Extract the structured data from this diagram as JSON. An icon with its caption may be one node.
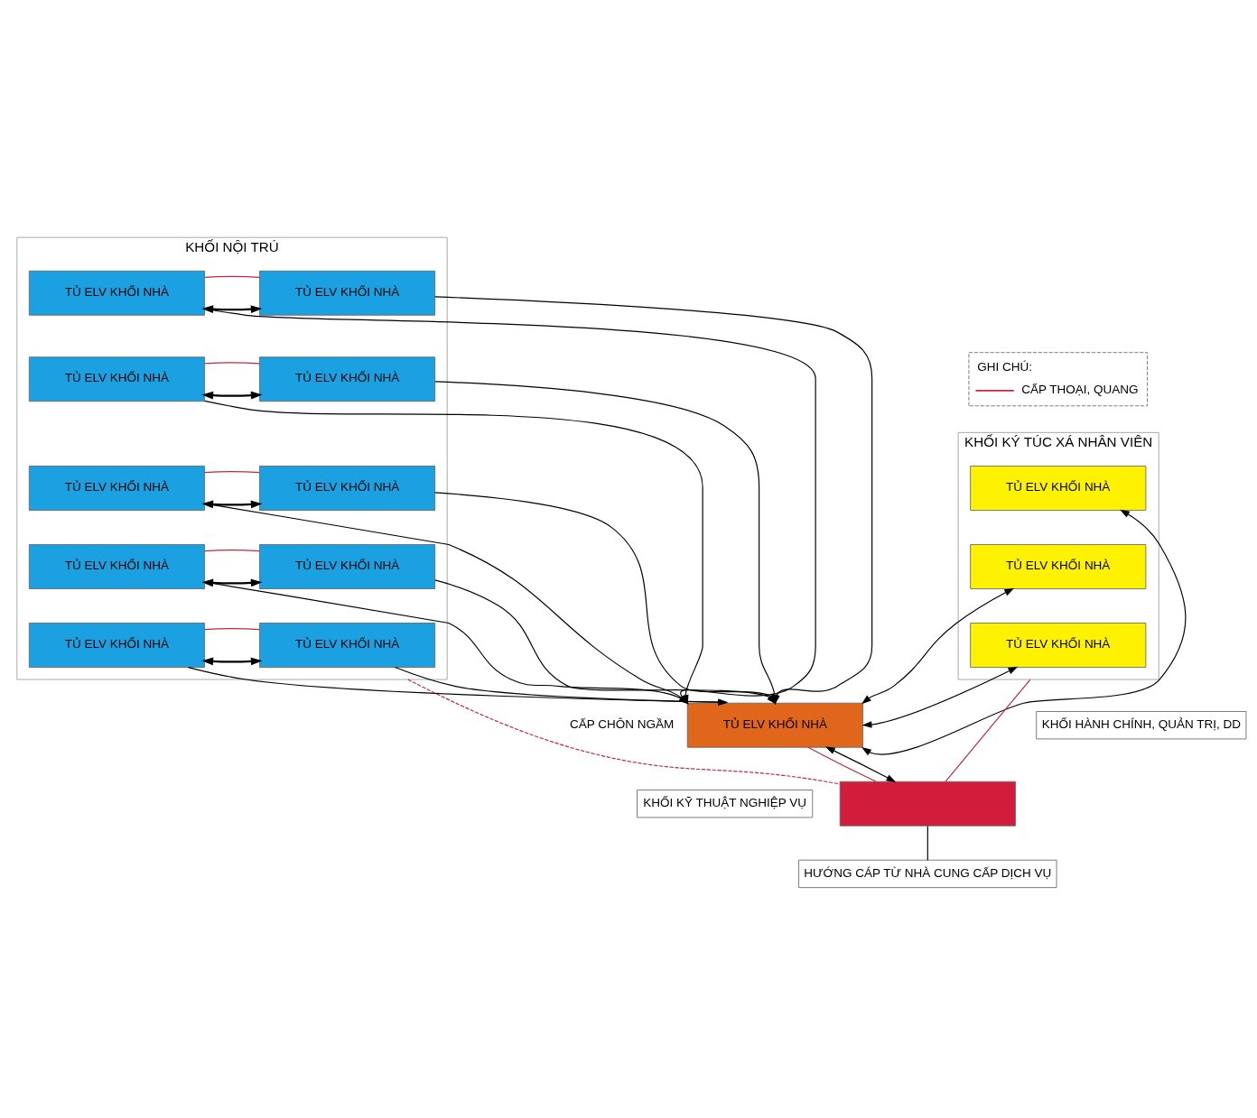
{
  "diagram": {
    "nodes": [
      {
        "text": [
          "KHỐI NỘI TRÚ"
        ]
      },
      {
        "text": [
          "TỦ ELV KHỐI NHÀ"
        ],
        "in": 0
      },
      {
        "text": [
          "TỦ ELV KHỐI NHÀ"
        ],
        "in": 0
      },
      {
        "text": [
          "TỦ ELV KHỐI NHÀ"
        ],
        "in": 0
      },
      {
        "text": [
          "TỦ ELV KHỐI NHÀ"
        ],
        "in": 0
      },
      {
        "text": [
          "TỦ ELV KHỐI NHÀ"
        ],
        "in": 0
      },
      {
        "text": [
          "TỦ ELV KHỐI NHÀ"
        ],
        "in": 0
      },
      {
        "text": [
          "TỦ ELV KHỐI NHÀ"
        ],
        "in": 0
      },
      {
        "text": [
          "TỦ ELV KHỐI NHÀ"
        ],
        "in": 0
      },
      {
        "text": [
          "TỦ ELV KHỐI NHÀ"
        ],
        "in": 0
      },
      {
        "text": [
          "TỦ ELV KHỐI NHÀ"
        ],
        "in": 0
      },
      {
        "text": [
          "KHỐI KÝ TÚC XÁ NHÂN VIÊN"
        ]
      },
      {
        "text": [
          "TỦ ELV KHỐI NHÀ"
        ],
        "in": 11
      },
      {
        "text": [
          "TỦ ELV KHỐI NHÀ"
        ],
        "in": 11
      },
      {
        "text": [
          "TỦ ELV KHỐI NHÀ"
        ],
        "in": 11
      },
      {
        "text": [
          "TỦ ELV KHỐI NHÀ"
        ]
      },
      {
        "text": [
          "KHỐI KỸ THUẬT NGHIỆP VỤ"
        ]
      },
      {
        "text": [
          "KHỐI HÀNH CHÍNH, QUẢN TRỊ, DD"
        ]
      },
      {
        "text": [],
        "shape": "box"
      },
      {
        "text": [
          "HƯỚNG CÁP TỪ NHÀ CUNG CẤP DỊCH VỤ"
        ]
      }
    ],
    "edges": [
      {
        "from": 1,
        "to": 2,
        "arrow": "both"
      },
      {
        "from": 1,
        "to": 2,
        "arrow": "none",
        "color": "#c0283c"
      },
      {
        "from": 3,
        "to": 4,
        "arrow": "both"
      },
      {
        "from": 3,
        "to": 4,
        "arrow": "none",
        "color": "#c0283c"
      },
      {
        "from": 5,
        "to": 6,
        "arrow": "both"
      },
      {
        "from": 5,
        "to": 6,
        "arrow": "none",
        "color": "#c0283c"
      },
      {
        "from": 7,
        "to": 8,
        "arrow": "both"
      },
      {
        "from": 7,
        "to": 8,
        "arrow": "none",
        "color": "#c0283c"
      },
      {
        "from": 9,
        "to": 10,
        "arrow": "both"
      },
      {
        "from": 9,
        "to": 10,
        "arrow": "none",
        "color": "#c0283c"
      },
      {
        "from": 1,
        "to": 15,
        "arrow": "to"
      },
      {
        "from": 2,
        "to": 15,
        "arrow": "to"
      },
      {
        "from": 3,
        "to": 15,
        "arrow": "to"
      },
      {
        "from": 4,
        "to": 15,
        "arrow": "to"
      },
      {
        "from": 5,
        "to": 15,
        "arrow": "to"
      },
      {
        "from": 6,
        "to": 15,
        "arrow": "to"
      },
      {
        "from": 7,
        "to": 15,
        "arrow": "to"
      },
      {
        "from": 8,
        "to": 15,
        "arrow": "to"
      },
      {
        "from": 9,
        "to": 15,
        "arrow": "to"
      },
      {
        "from": 10,
        "to": 15,
        "arrow": "to"
      },
      {
        "from": 12,
        "to": 15,
        "arrow": "both"
      },
      {
        "from": 13,
        "to": 15,
        "arrow": "both"
      },
      {
        "from": 14,
        "to": 15,
        "arrow": "both"
      },
      {
        "from": 0,
        "to": 18,
        "arrow": "none",
        "label": "CẤP CHÔN NGẦM",
        "style": "dashed",
        "color": "#c0283c"
      },
      {
        "from": 11,
        "to": 18,
        "arrow": "none",
        "color": "#c0283c"
      },
      {
        "from": 15,
        "to": 18,
        "arrow": "none",
        "color": "#c0283c"
      },
      {
        "from": 15,
        "to": 18,
        "arrow": "both"
      },
      {
        "from": 18,
        "to": 19,
        "arrow": "none"
      }
    ],
    "labels": [
      "GHI CHÚ:"
    ],
    "legend": [
      {
        "text": "CẤP THOẠI, QUANG"
      }
    ]
  }
}
